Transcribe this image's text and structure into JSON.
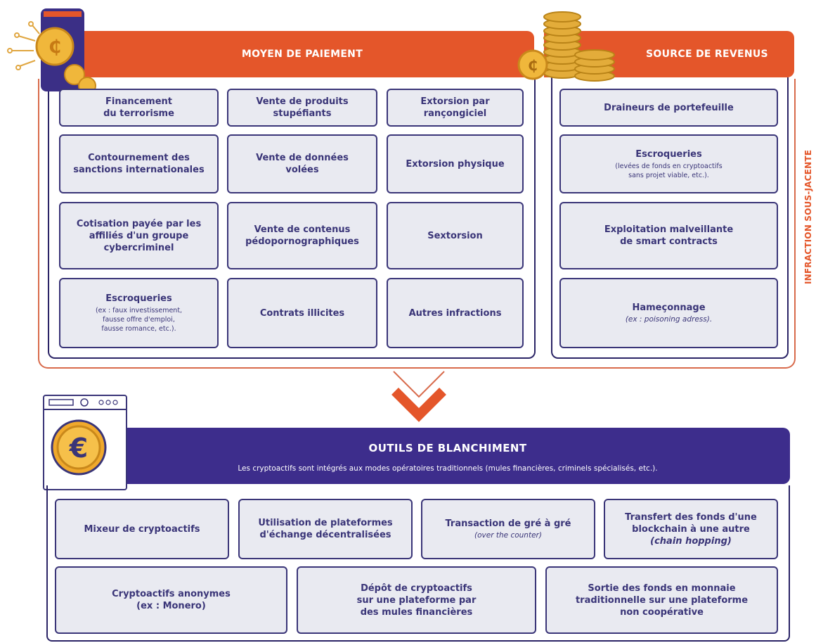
{
  "colors": {
    "orange": "#e4562a",
    "purple": "#3d2d8c",
    "card_bg": "#e9eaf1",
    "navy": "#3a3578"
  },
  "moyen_paiement": {
    "title": "MOYEN DE PAIEMENT",
    "cards": [
      {
        "title": "Financement\ndu terrorisme"
      },
      {
        "title": "Vente de produits\nstupéfiants"
      },
      {
        "title": "Extorsion par\nrançongiciel"
      },
      {
        "title": "Contournement des\nsanctions internationales"
      },
      {
        "title": "Vente de données\nvolées"
      },
      {
        "title": "Extorsion physique"
      },
      {
        "title": "Cotisation payée par les\naffiliés d'un groupe\ncybercriminel"
      },
      {
        "title": "Vente de contenus\npédopornographiques"
      },
      {
        "title": "Sextorsion"
      },
      {
        "title": "Escroqueries",
        "subtitle": "(ex : faux investissement,\nfausse offre d'emploi,\nfausse romance, etc.)."
      },
      {
        "title": "Contrats illicites"
      },
      {
        "title": "Autres infractions"
      }
    ]
  },
  "source_revenus": {
    "title": "SOURCE DE REVENUS",
    "cards": [
      {
        "title": "Draineurs de portefeuille"
      },
      {
        "title": "Escroqueries",
        "subtitle": "(levées de fonds en cryptoactifs\nsans projet viable, etc.)."
      },
      {
        "title": "Exploitation malveillante\nde smart contracts"
      },
      {
        "title": "Hameçonnage",
        "subtitle": "(ex : poisoning adress)."
      }
    ]
  },
  "side_label": "INFRACTION SOUS-JACENTE",
  "outils": {
    "title": "OUTILS DE BLANCHIMENT",
    "subtitle": "Les cryptoactifs sont intégrés aux modes opératoires traditionnels (mules financières, criminels spécialisés, etc.).",
    "cards": [
      {
        "title": "Mixeur de cryptoactifs"
      },
      {
        "title": "Utilisation de plateformes\nd'échange décentralisées"
      },
      {
        "title": "Transaction de gré à gré",
        "subtitle": "(over the counter)"
      },
      {
        "title": "Transfert des fonds d'une\nblockchain à une autre",
        "subtitle": "(chain hopping)"
      },
      {
        "title": "Cryptoactifs anonymes\n(ex : Monero)"
      },
      {
        "title": "Dépôt de cryptoactifs\nsur une plateforme par\ndes mules financières"
      },
      {
        "title": "Sortie des fonds en monnaie\ntraditionnelle sur une plateforme\nnon coopérative"
      }
    ]
  },
  "icons": {
    "phone_crypto": "phone-crypto-chip-icon",
    "coins_stack": "coin-stack-icon",
    "euro_window": "euro-coin-window-icon",
    "arrow": "chevron-down-icon"
  }
}
